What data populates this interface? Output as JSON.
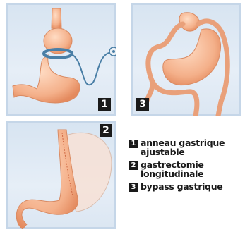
{
  "panels": [
    {
      "badge": "1"
    },
    {
      "badge": "2"
    },
    {
      "badge": "3"
    }
  ],
  "legend": [
    {
      "number": "1",
      "text": "anneau gastrique ajustable"
    },
    {
      "number": "2",
      "text": "gastrectomie longitudinale"
    },
    {
      "number": "3",
      "text": "bypass gastrique"
    }
  ],
  "colors": {
    "panel_bg": "#dce7f3",
    "stomach": "#f5b890",
    "stomach_dark": "#e48a5e",
    "band": "#4a7fa6",
    "badge": "#1a1a1a"
  }
}
